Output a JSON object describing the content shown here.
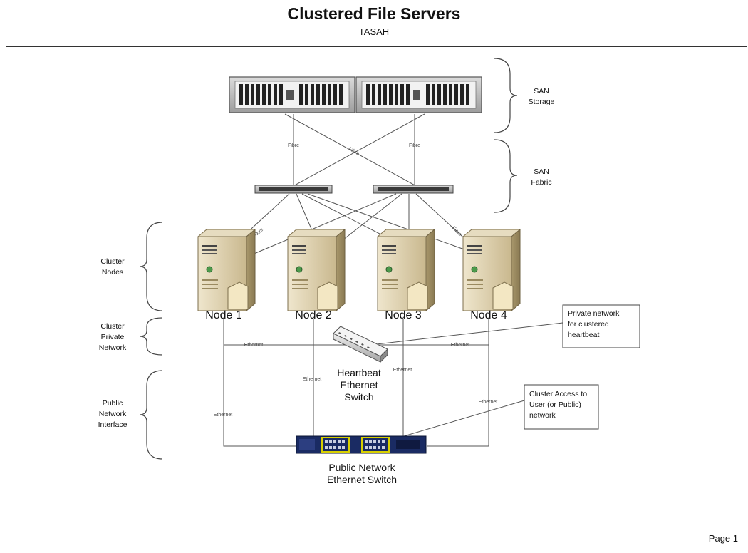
{
  "title": "Clustered File Servers",
  "subtitle": "TASAH",
  "page": "Page 1",
  "brackets": {
    "san_storage": [
      "SAN",
      "Storage"
    ],
    "san_fabric": [
      "SAN",
      "Fabric"
    ],
    "cluster_nodes": [
      "Cluster",
      "Nodes"
    ],
    "cluster_private": [
      "Cluster",
      "Private",
      "Network"
    ],
    "public_network": [
      "Public",
      "Network",
      "Interface"
    ]
  },
  "nodes": [
    "Node 1",
    "Node 2",
    "Node 3",
    "Node 4"
  ],
  "link_labels": {
    "fibre": "Fibre",
    "ethernet": "Ethernet"
  },
  "heartbeat_switch": [
    "Heartbeat",
    "Ethernet",
    "Switch"
  ],
  "public_switch": [
    "Public Network",
    "Ethernet Switch"
  ],
  "callouts": {
    "private": [
      "Private network",
      "for clustered",
      "heartbeat"
    ],
    "public": [
      "Cluster Access to",
      "User (or Public)",
      "network"
    ]
  },
  "colors": {
    "rack": "#b9b9b9",
    "server_body": "#d6c9a6",
    "public_switch": "#1a2b63",
    "port_highlight": "#d8d000",
    "line": "#555555"
  }
}
